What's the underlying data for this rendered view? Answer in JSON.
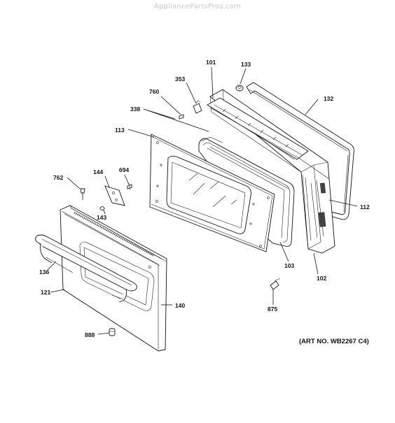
{
  "watermark": "AppliancePartsPros.com",
  "art_number": "(ART NO. WB2267 C4)",
  "callouts": {
    "c101": "101",
    "c133": "133",
    "c353": "353",
    "c760": "760",
    "c338": "338",
    "c132": "132",
    "c113": "113",
    "c144": "144",
    "c694": "694",
    "c762": "762",
    "c143": "143",
    "c112": "112",
    "c136": "136",
    "c103": "103",
    "c121": "121",
    "c102": "102",
    "c140": "140",
    "c875": "875",
    "c888": "888"
  }
}
